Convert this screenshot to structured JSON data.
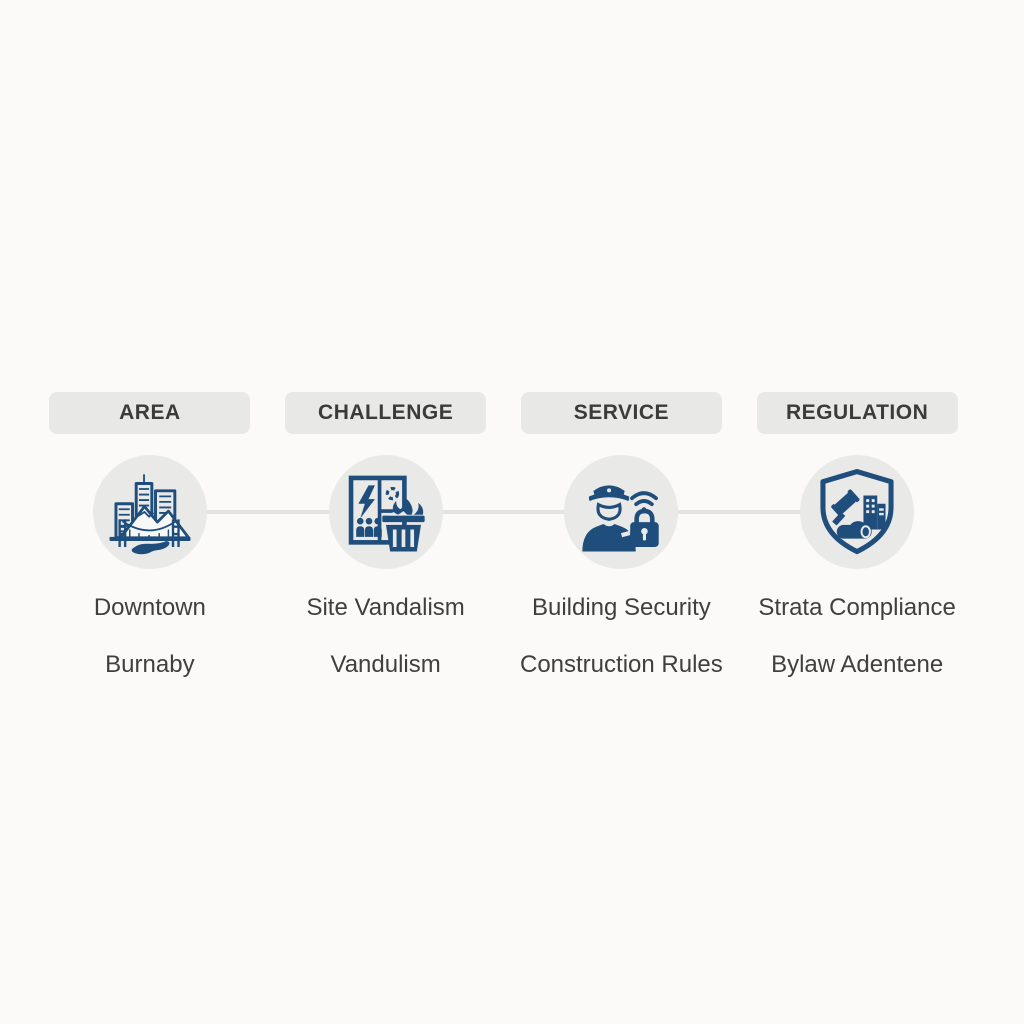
{
  "title": "Security services infographic",
  "colors": {
    "background": "#fbfaf8",
    "pill_bg": "#e8e8e6",
    "pill_text": "#3b3b3b",
    "circle_bg": "#e9e9e8",
    "icon_navy": "#1f4d7c",
    "connector": "#e3e3e2",
    "label_text": "#3f3f3f"
  },
  "columns": [
    {
      "header": "AREA",
      "icon": "city-bridge-icon",
      "line1": "Downtown",
      "line2": "Burnaby"
    },
    {
      "header": "CHALLENGE",
      "icon": "vandalism-fire-icon",
      "line1": "Site Vandalism",
      "line2": "Vandulism"
    },
    {
      "header": "SERVICE",
      "icon": "security-guard-lock-icon",
      "line1": "Building Security",
      "line2": "Construction Rules"
    },
    {
      "header": "REGULATION",
      "icon": "shield-gavel-icon",
      "line1": "Strata Compliance",
      "line2": "Bylaw Adentene"
    }
  ]
}
